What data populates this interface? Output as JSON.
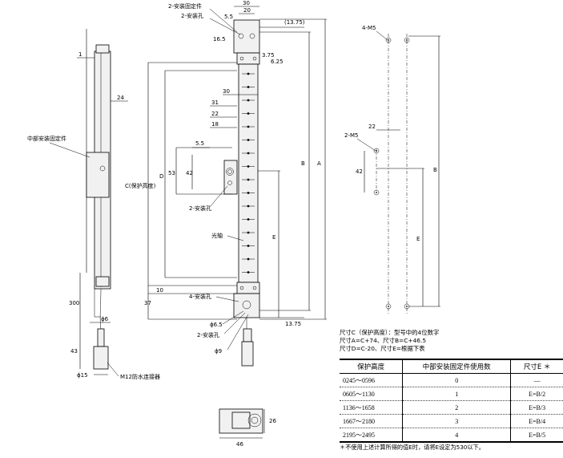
{
  "labels": {
    "bracket_2": "2-安装固定件",
    "hole_2_top": "2-安装孔",
    "mid_bracket": "中部安装固定件",
    "protect_height": "C(保护高度)",
    "hole_2_mid": "2-安装孔",
    "optical_axis": "光轴",
    "hole_4": "4-安装孔",
    "hole_2_bottom": "2-安装孔",
    "connector": "M12防水连接器",
    "m5_4": "4-M5",
    "m5_2": "2-M5"
  },
  "dims": {
    "d30_top": "30",
    "d20": "20",
    "d5_5a": "5.5",
    "d13_75a": "(13.75)",
    "d16_5": "16.5",
    "d3_75": "3.75",
    "d6_25": "6.25",
    "d1": "1",
    "d24": "24",
    "d30_mid": "30",
    "d31": "31",
    "d22a": "22",
    "d18": "18",
    "d5_5b": "5.5",
    "d53": "53",
    "d42a": "42",
    "dB": "B",
    "dA": "A",
    "dD": "D",
    "dE": "E",
    "d10": "10",
    "d37": "37",
    "d13_75b": "13.75",
    "d6_5": "ϕ6.5",
    "d9": "ϕ9",
    "d300": "300",
    "d6": "ϕ6",
    "d43": "43",
    "d15": "ϕ15",
    "d26": "26",
    "d46": "46",
    "d22b": "22",
    "d42b": "42",
    "dB2": "B",
    "dE2": "E"
  },
  "notes": {
    "line1": "尺寸C（保护高度）：型号中的4位数字",
    "line2": "尺寸A=C+74、尺寸B=C+46.5",
    "line3": "尺寸D=C-20、尺寸E=根据下表"
  },
  "table": {
    "headers": [
      "保护高度",
      "中部安装固定件使用数",
      "尺寸E ＊"
    ],
    "rows": [
      [
        "0245～0596",
        "0",
        "—"
      ],
      [
        "0605～1130",
        "1",
        "E=B/2"
      ],
      [
        "1136～1658",
        "2",
        "E=B/3"
      ],
      [
        "1667～2180",
        "3",
        "E=B/4"
      ],
      [
        "2195～2495",
        "4",
        "E=B/5"
      ]
    ]
  },
  "footnote": "＊不使用上述计算所得的值E时，请将E设定为530以下。"
}
